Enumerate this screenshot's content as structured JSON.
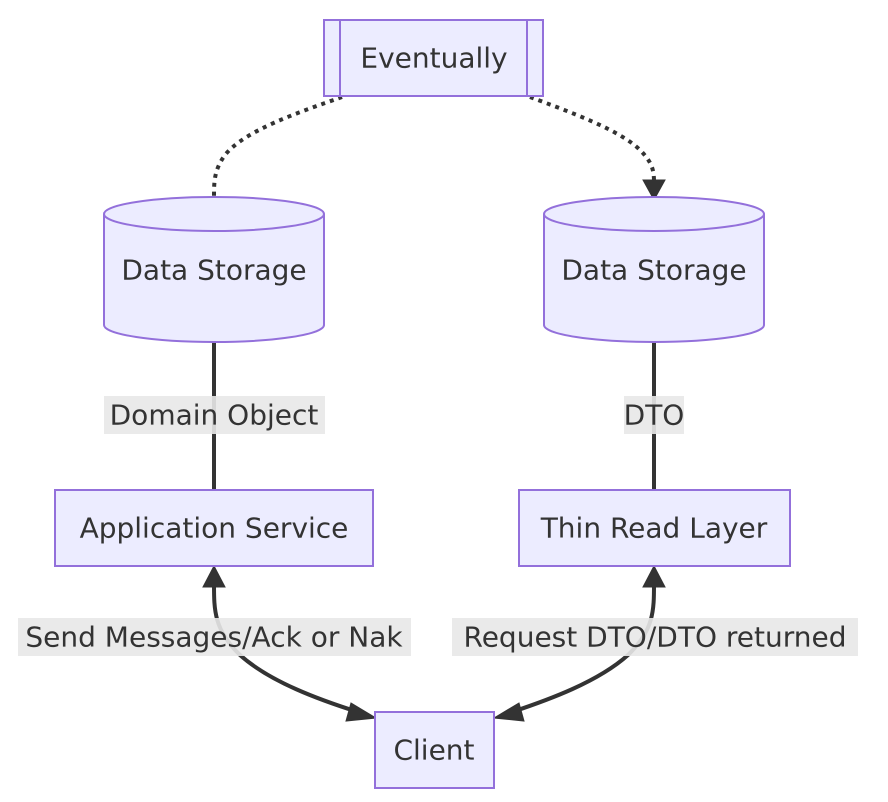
{
  "diagram": {
    "nodes": {
      "eventually": "Eventually",
      "storage_write": "Data Storage",
      "storage_read": "Data Storage",
      "application_service": "Application Service",
      "thin_read_layer": "Thin Read Layer",
      "client": "Client"
    },
    "edges": {
      "domain_object": "Domain Object",
      "dto": "DTO",
      "send_messages": "Send Messages/Ack or Nak",
      "request_dto": "Request DTO/DTO returned"
    },
    "colors": {
      "node_fill": "#ECECFF",
      "node_stroke": "#9370DB",
      "edge": "#333333",
      "label_bg": "#e8e8e8"
    }
  }
}
